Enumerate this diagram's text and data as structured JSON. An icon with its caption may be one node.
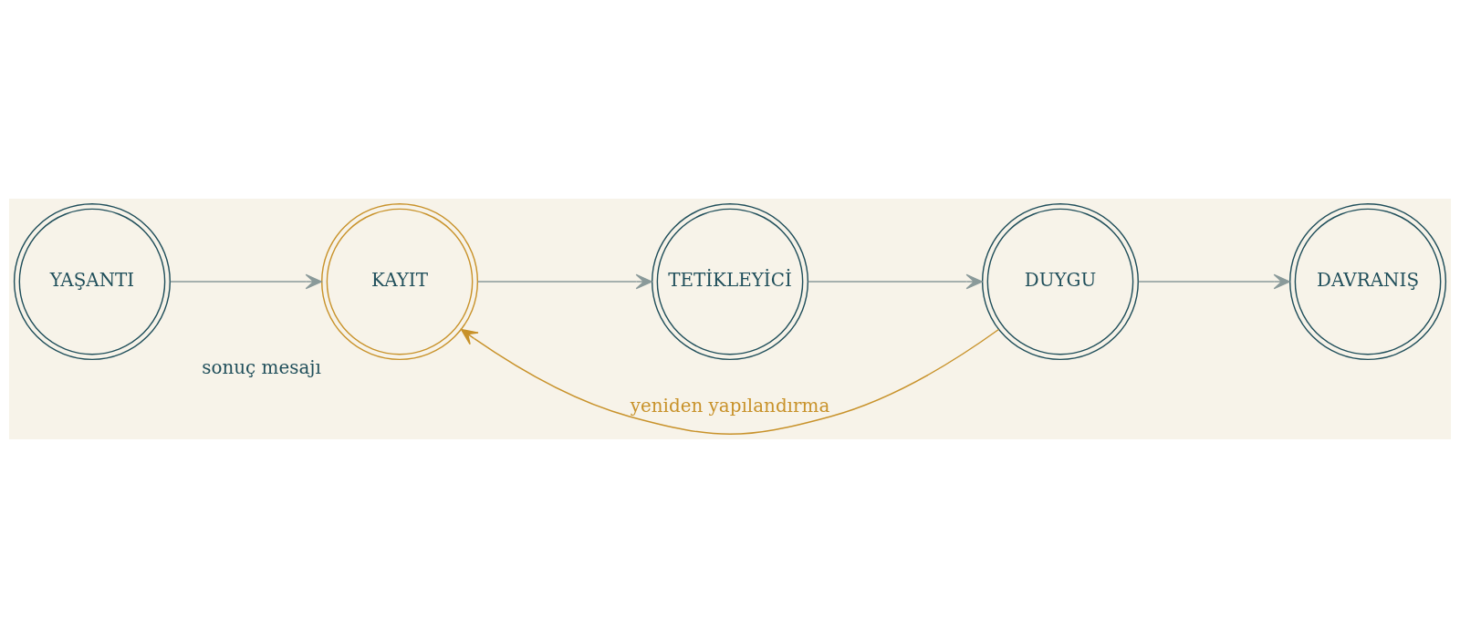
{
  "diagram": {
    "nodes": [
      {
        "text": [
          "YAŞANTI"
        ]
      },
      {
        "text": [
          "KAYIT"
        ],
        "beside": [
          "sonuç mesajı"
        ]
      },
      {
        "text": [
          "TETİKLEYİCİ"
        ]
      },
      {
        "text": [
          "DUYGU"
        ]
      },
      {
        "text": [
          "DAVRANIŞ"
        ]
      }
    ],
    "edges": [
      {
        "from": 0,
        "to": 1,
        "arrow": "to"
      },
      {
        "from": 1,
        "to": 2,
        "arrow": "to"
      },
      {
        "from": 2,
        "to": 3,
        "arrow": "to"
      },
      {
        "from": 3,
        "to": 4,
        "arrow": "to"
      },
      {
        "from": 3,
        "to": 1,
        "arrow": "to",
        "label": "yeniden yapılandırma",
        "color": "#c8922a"
      }
    ]
  }
}
